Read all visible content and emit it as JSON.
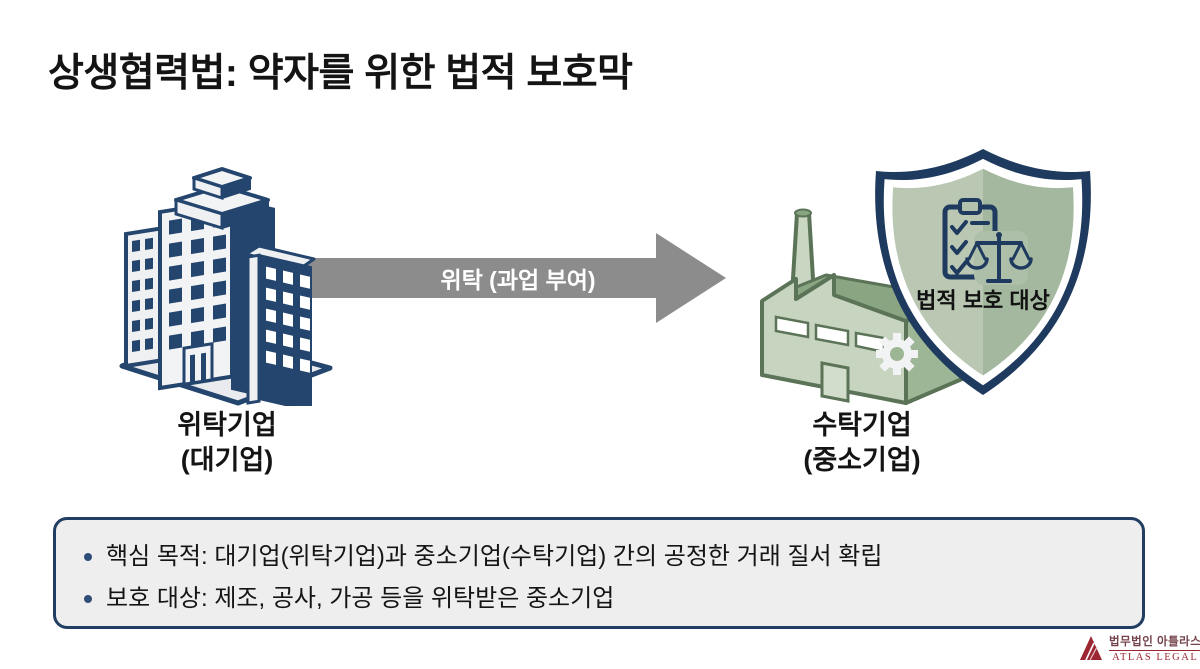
{
  "slide": {
    "title": "상생협력법: 약자를 위한 법적 보호막"
  },
  "diagram": {
    "consignor": {
      "name": "위탁기업",
      "type": "(대기업)",
      "icon": "office-building-icon"
    },
    "arrow": {
      "label": "위탁 (과업 부여)",
      "direction": "right"
    },
    "consignee": {
      "name": "수탁기업",
      "type": "(중소기업)",
      "icon": "factory-icon"
    },
    "shield": {
      "label": "법적 보호 대상",
      "icon": "clipboard-scales-icon"
    }
  },
  "summary": {
    "bullets": [
      "핵심 목적: 대기업(위탁기업)과 중소기업(수탁기업) 간의 공정한 거래 질서 확립",
      "보호 대상: 제조, 공사, 가공 등을 위탁받은 중소기업"
    ]
  },
  "logo": {
    "korean": "법무법인 아틀라스",
    "english": "ATLAS LEGAL"
  },
  "colors": {
    "navy": "#24456e",
    "shield_border": "#1f3a5f",
    "shield_green_light": "#b9c7b3",
    "shield_green_dark": "#a3b89e",
    "factory_green_light": "#c7d4c0",
    "factory_green_mid": "#9db695",
    "factory_outline": "#5b7356",
    "arrow_gray": "#8c8c8c",
    "summary_bg": "#eeeeee",
    "summary_border": "#223e62",
    "logo_maroon": "#9c2733"
  }
}
